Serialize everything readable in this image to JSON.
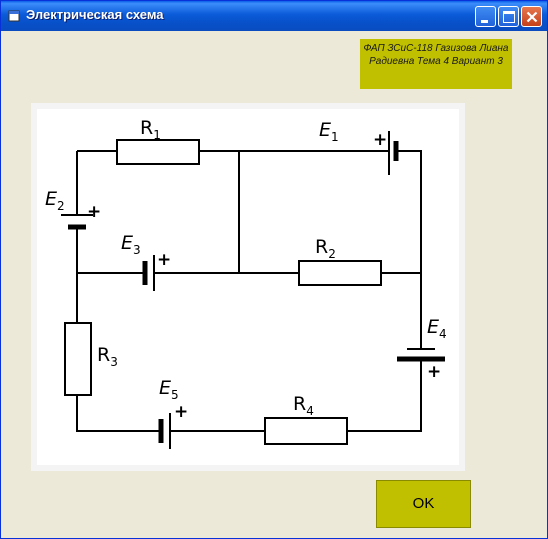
{
  "window": {
    "title": "Электрическая схема",
    "titlebar_color": "#0a5ad8",
    "client_color": "#ece9d8"
  },
  "info": {
    "text": "ФАП ЗСиС-118 Газизова Лиана Радиевна Тема 4 Вариант 3",
    "background": "#c0c000"
  },
  "schematic": {
    "labels": {
      "R1": "R",
      "R1_sub": "1",
      "R2": "R",
      "R2_sub": "2",
      "R3": "R",
      "R3_sub": "3",
      "R4": "R",
      "R4_sub": "4",
      "E1": "E",
      "E1_sub": "1",
      "E2": "E",
      "E2_sub": "2",
      "E3": "E",
      "E3_sub": "3",
      "E4": "E",
      "E4_sub": "4",
      "E5": "E",
      "E5_sub": "5",
      "plus": "+"
    }
  },
  "buttons": {
    "ok_label": "OK",
    "ok_color": "#c0c000"
  }
}
